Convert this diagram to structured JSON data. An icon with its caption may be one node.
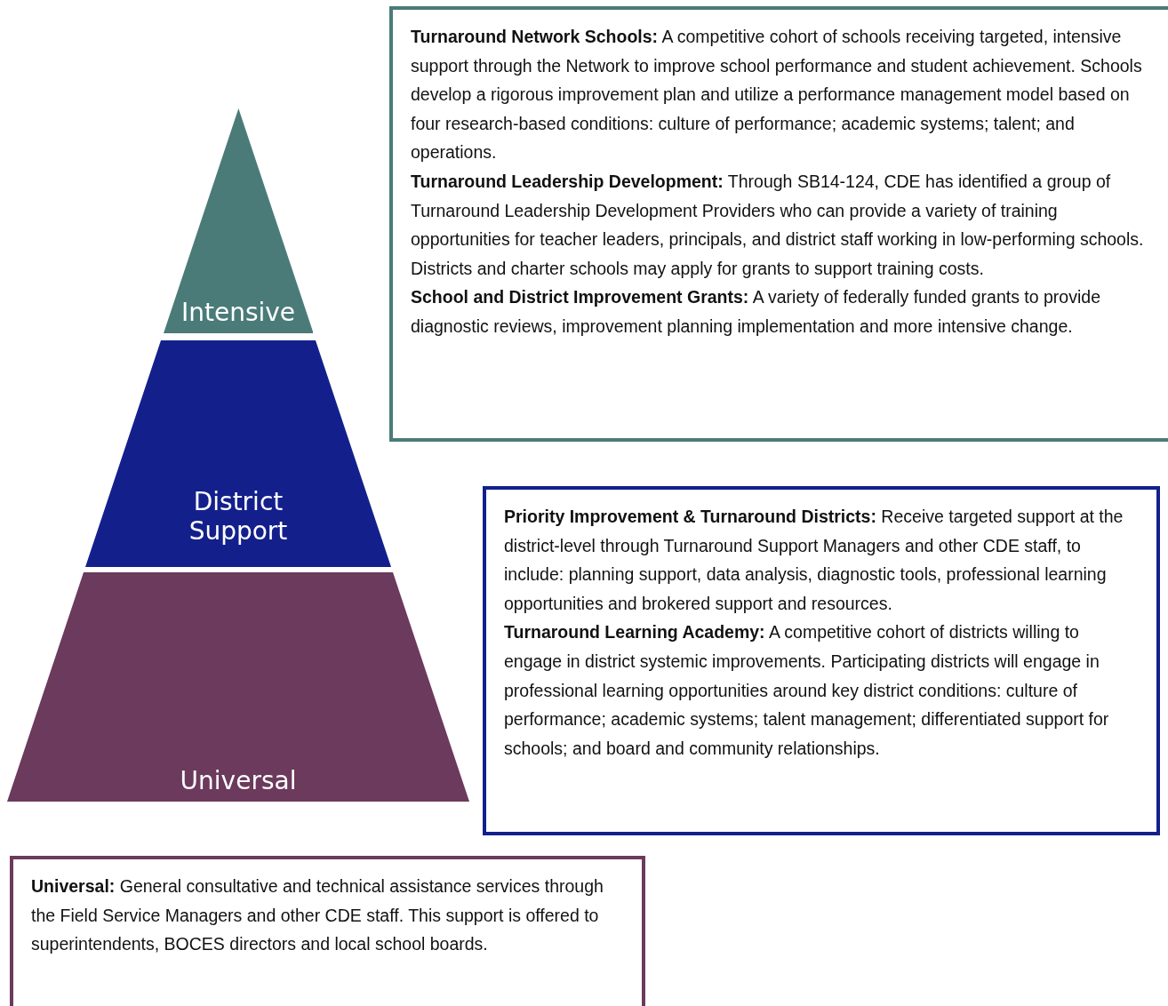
{
  "diagram": {
    "nodes": [
      {
        "text": [
          "Intensive"
        ]
      },
      {
        "text": [
          "District Support"
        ]
      },
      {
        "text": [
          "Universal"
        ]
      },
      {
        "text": [
          "**Turnaround Network Schools:** A competitive cohort of schools receiving targeted, intensive support through the Network to improve school performance and student achievement. Schools develop a rigorous improvement plan and utilize a performance management model based on four research-based conditions: culture of performance; academic systems; talent; and operations.",
          "**Turnaround Leadership Development:**  Through SB14-124, CDE has identified a group of Turnaround Leadership Development Providers who can provide a variety of training opportunities for teacher leaders, principals, and district staff working in low-performing schools.  Districts and charter schools may apply for grants to support training costs.",
          "**School and District Improvement Grants:** A variety of federally funded grants to provide diagnostic reviews, improvement planning implementation and more intensive change."
        ]
      },
      {
        "text": [
          "**Priority Improvement & Turnaround Districts:** Receive targeted support at the district-level through Turnaround Support Managers and other CDE staff, to include: planning support, data analysis, diagnostic tools, professional learning opportunities and brokered support and resources.",
          "**Turnaround Learning Academy:** A competitive cohort of districts willing to engage in district systemic improvements.  Participating districts will engage in professional learning opportunities around key district conditions:  culture of performance; academic systems; talent management; differentiated support for schools; and board and community relationships."
        ]
      },
      {
        "text": [
          "**Universal:** General consultative and technical assistance services through the Field Service Managers and other CDE staff. This support is offered to superintendents, BOCES directors and local school boards."
        ]
      }
    ]
  }
}
